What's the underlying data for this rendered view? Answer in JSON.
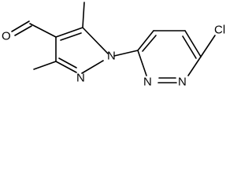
{
  "structure": {
    "atoms": {
      "O": "O",
      "N1": "N",
      "N2": "N",
      "N3": "N",
      "N4": "N",
      "Cl": "Cl"
    },
    "colors": {
      "bond": "#000000",
      "label": "#000000",
      "background": "#ffffff"
    }
  }
}
